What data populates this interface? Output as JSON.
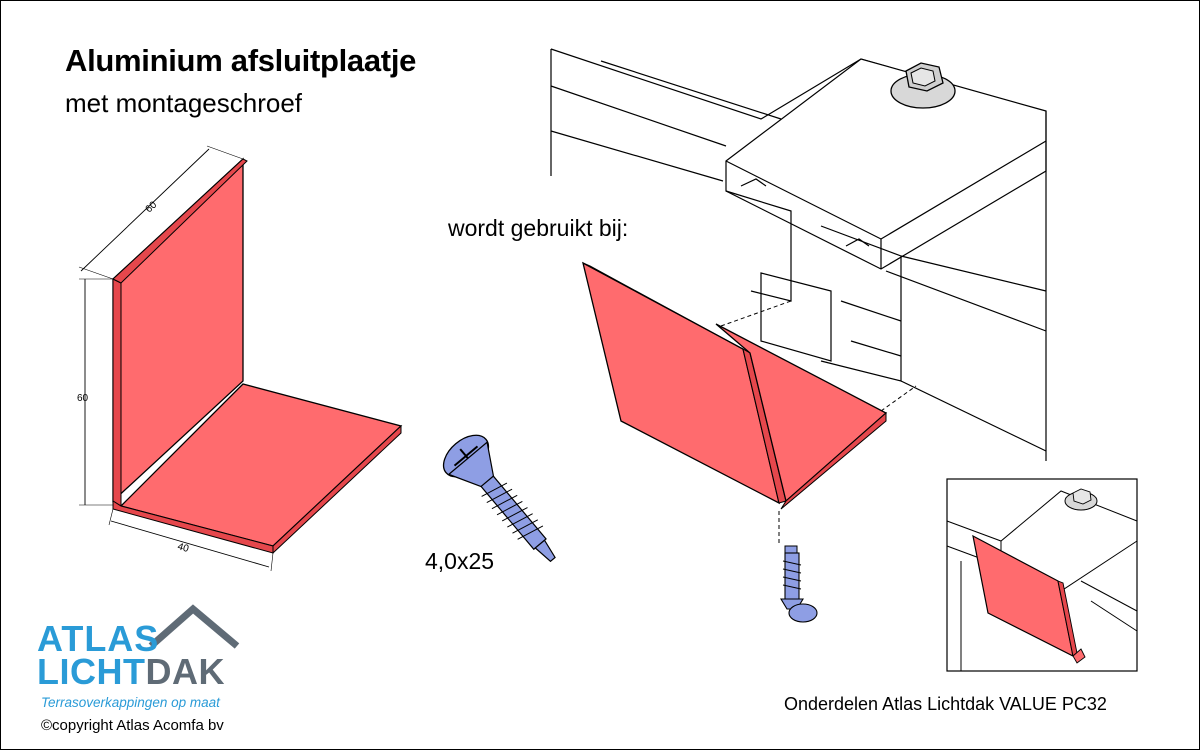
{
  "title": "Aluminium afsluitplaatje",
  "subtitle": "met montageschroef",
  "used_with_label": "wordt gebruikt bij:",
  "screw_size": "4,0x25",
  "dimensions": {
    "top": "60",
    "height": "60",
    "depth": "40"
  },
  "footer": "Onderdelen Atlas Lichtdak VALUE PC32",
  "logo": {
    "line1": "ATLAS",
    "line2_a": "LICHT",
    "line2_b": "DAK",
    "tagline": "Terrasoverkappingen op maat"
  },
  "copyright": "©copyright Atlas Acomfa bv",
  "colors": {
    "plate": "#ff6b6e",
    "plate_edge": "#e5474c",
    "screw": "#8e9ee4",
    "logo_blue": "#2a9bd7",
    "logo_gray": "#5f6b76"
  },
  "icons": [
    "phillips-screw-icon",
    "hex-bolt-icon",
    "house-roof-icon"
  ]
}
